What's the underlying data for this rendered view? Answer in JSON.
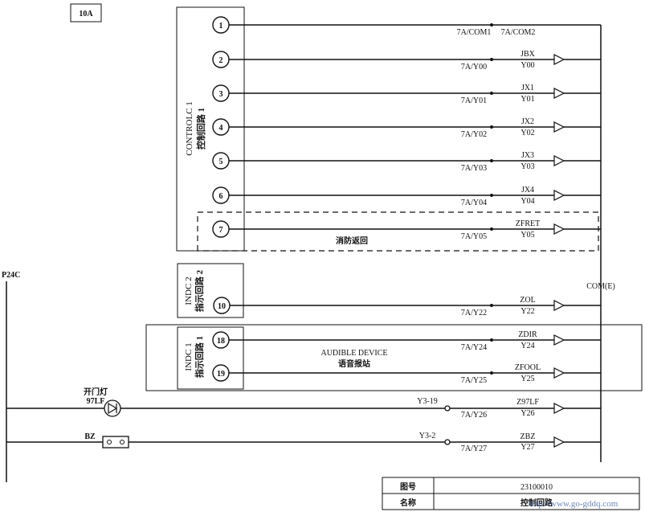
{
  "sheet_id": "10A",
  "power_label": "P24C",
  "com_label": "COM(E)",
  "control_box": {
    "line1": "CONTROLC  1",
    "line2": "控制回路  1"
  },
  "ind2_box": {
    "line1": "INDC  2",
    "line2": "指示回路  2"
  },
  "ind1_box": {
    "line1": "INDC  1",
    "line2": "指示回路  1"
  },
  "fire_label": "消防返回",
  "audible": {
    "title": "AUDIBLE DEVICE",
    "subtitle": "语音报站"
  },
  "terminals": [
    {
      "num": "1",
      "left": "7A/COM1",
      "right": "7A/COM2",
      "top": "",
      "bottom": ""
    },
    {
      "num": "2",
      "left": "7A/Y00",
      "right": "",
      "top": "JBX",
      "bottom": "Y00"
    },
    {
      "num": "3",
      "left": "7A/Y01",
      "right": "",
      "top": "JX1",
      "bottom": "Y01"
    },
    {
      "num": "4",
      "left": "7A/Y02",
      "right": "",
      "top": "JX2",
      "bottom": "Y02"
    },
    {
      "num": "5",
      "left": "7A/Y03",
      "right": "",
      "top": "JX3",
      "bottom": "Y03"
    },
    {
      "num": "6",
      "left": "7A/Y04",
      "right": "",
      "top": "JX4",
      "bottom": "Y04"
    },
    {
      "num": "7",
      "left": "7A/Y05",
      "right": "",
      "top": "ZFRET",
      "bottom": "Y05"
    },
    {
      "num": "10",
      "left": "7A/Y22",
      "right": "",
      "top": "ZOL",
      "bottom": "Y22"
    },
    {
      "num": "18",
      "left": "7A/Y24",
      "right": "",
      "top": "ZDIR",
      "bottom": "Y24"
    },
    {
      "num": "19",
      "left": "7A/Y25",
      "right": "",
      "top": "ZFOOL",
      "bottom": "Y25"
    }
  ],
  "door_lamp": {
    "label1": "开门灯",
    "label2": "97LF",
    "node": "Y3-19",
    "wire": "7A/Y26",
    "top": "Z97LF",
    "bottom": "Y26"
  },
  "buzzer": {
    "label": "BZ",
    "node": "Y3-2",
    "wire": "7A/Y27",
    "top": "ZBZ",
    "bottom": "Y27"
  },
  "title_block": {
    "row1_label": "图号",
    "row1_value": "23100010",
    "row2_label": "名称",
    "row2_value": "控制回路"
  },
  "watermark": "http://www.go-gddq.com"
}
